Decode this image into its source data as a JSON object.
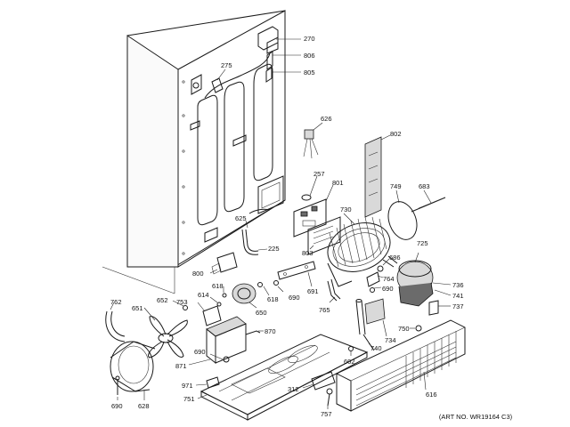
{
  "callouts": [
    {
      "id": "c270",
      "text": "270"
    },
    {
      "id": "c806",
      "text": "806"
    },
    {
      "id": "c805",
      "text": "805"
    },
    {
      "id": "c275",
      "text": "275"
    },
    {
      "id": "c626",
      "text": "626"
    },
    {
      "id": "c802",
      "text": "802"
    },
    {
      "id": "c257",
      "text": "257"
    },
    {
      "id": "c801",
      "text": "801"
    },
    {
      "id": "c749",
      "text": "749"
    },
    {
      "id": "c683",
      "text": "683"
    },
    {
      "id": "c730",
      "text": "730"
    },
    {
      "id": "c625",
      "text": "625"
    },
    {
      "id": "c225",
      "text": "225"
    },
    {
      "id": "c803",
      "text": "803"
    },
    {
      "id": "c725",
      "text": "725"
    },
    {
      "id": "c686",
      "text": "686"
    },
    {
      "id": "c764",
      "text": "764"
    },
    {
      "id": "c690a",
      "text": "690"
    },
    {
      "id": "c736",
      "text": "736"
    },
    {
      "id": "c741",
      "text": "741"
    },
    {
      "id": "c737",
      "text": "737"
    },
    {
      "id": "c800",
      "text": "800"
    },
    {
      "id": "c618a",
      "text": "618"
    },
    {
      "id": "c614",
      "text": "614"
    },
    {
      "id": "c618b",
      "text": "618"
    },
    {
      "id": "c690b",
      "text": "690"
    },
    {
      "id": "c691",
      "text": "691"
    },
    {
      "id": "c765",
      "text": "765"
    },
    {
      "id": "c762",
      "text": "762"
    },
    {
      "id": "c652",
      "text": "652"
    },
    {
      "id": "c651",
      "text": "651"
    },
    {
      "id": "c753",
      "text": "753"
    },
    {
      "id": "c650",
      "text": "650"
    },
    {
      "id": "c870",
      "text": "870"
    },
    {
      "id": "c734",
      "text": "734"
    },
    {
      "id": "c750",
      "text": "750"
    },
    {
      "id": "c690c",
      "text": "690"
    },
    {
      "id": "c871",
      "text": "871"
    },
    {
      "id": "c740",
      "text": "740"
    },
    {
      "id": "c602",
      "text": "602"
    },
    {
      "id": "c971",
      "text": "971"
    },
    {
      "id": "c312",
      "text": "312"
    },
    {
      "id": "c751",
      "text": "751"
    },
    {
      "id": "c690d",
      "text": "690"
    },
    {
      "id": "c628",
      "text": "628"
    },
    {
      "id": "c757",
      "text": "757"
    },
    {
      "id": "c616",
      "text": "616"
    }
  ],
  "art_number": "(ART NO. WR19164 C3)"
}
